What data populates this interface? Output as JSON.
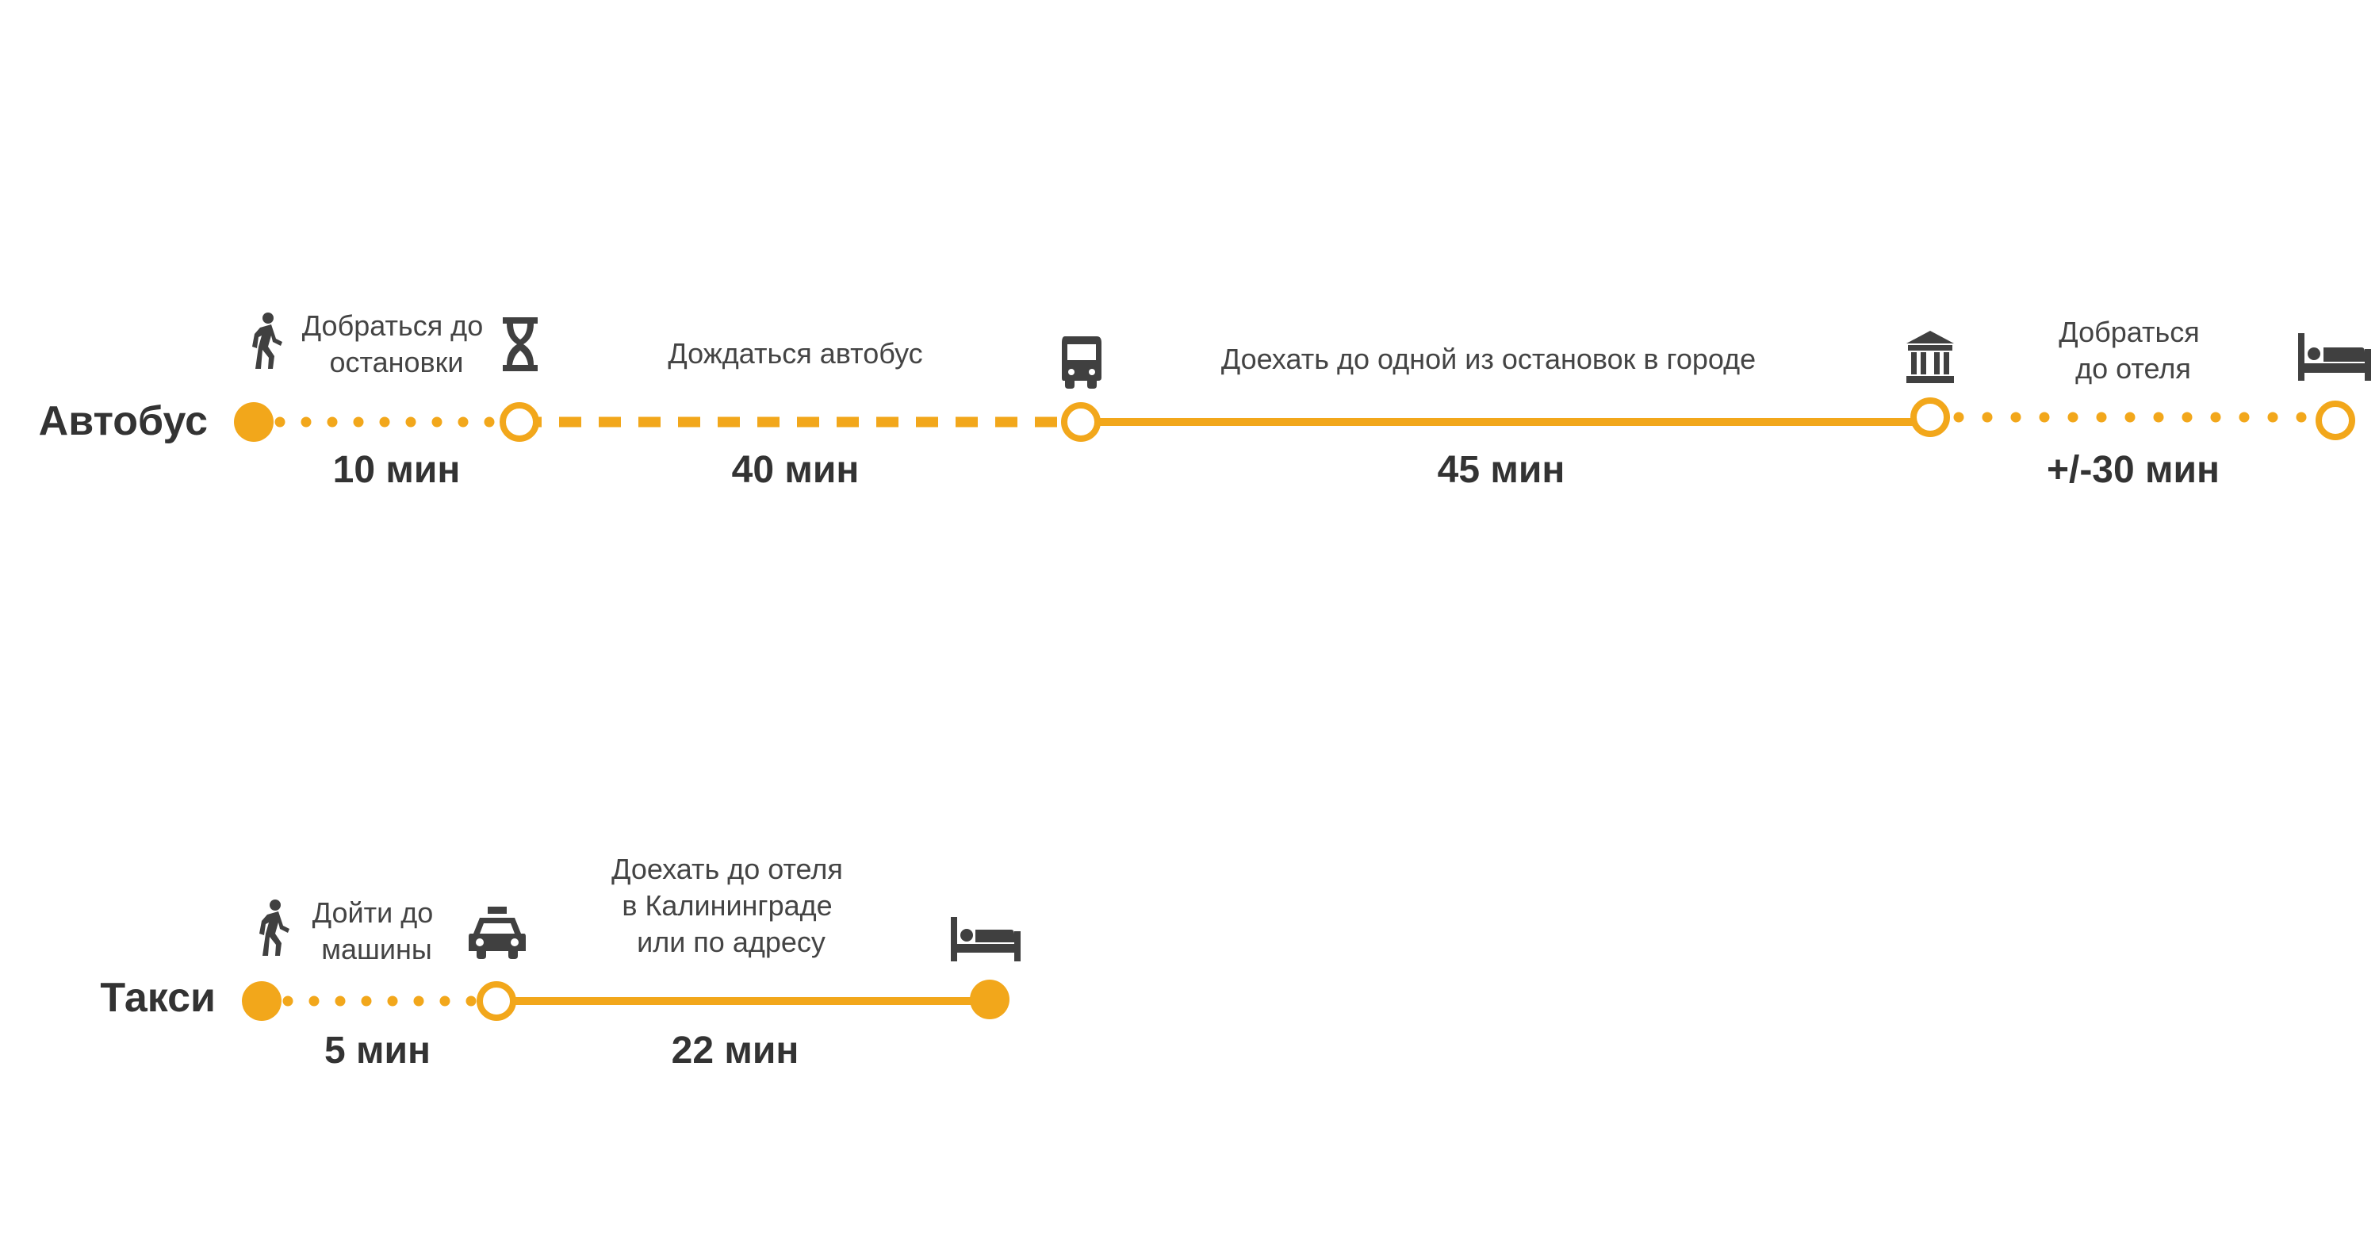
{
  "accent_color": "#F2A71B",
  "text_color": "#333333",
  "icon_color": "#404040",
  "routes": [
    {
      "title": "Автобус",
      "steps": [
        {
          "label": [
            "Добраться до",
            "остановки"
          ],
          "duration": "10 мин",
          "line_style": "dotted",
          "icon": "walking-person-icon"
        },
        {
          "label": [
            "Дождаться автобус"
          ],
          "duration": "40 мин",
          "line_style": "dashed",
          "icon": "hourglass-icon"
        },
        {
          "label": [
            "Доехать до одной из остановок в городе"
          ],
          "duration": "45 мин",
          "line_style": "solid",
          "icon": "bus-icon"
        },
        {
          "label": [
            "Добраться",
            "до отеля"
          ],
          "duration": "+/-30 мин",
          "line_style": "dotted",
          "icon": "government-building-icon"
        }
      ],
      "end_icon": "hotel-bed-icon"
    },
    {
      "title": "Такси",
      "steps": [
        {
          "label": [
            "Дойти до",
            "машины"
          ],
          "duration": "5 мин",
          "line_style": "dotted",
          "icon": "walking-person-icon"
        },
        {
          "label": [
            "Доехать до отеля",
            "в Калининграде",
            "или по адресу"
          ],
          "duration": "22 мин",
          "line_style": "solid",
          "icon": "taxi-icon"
        }
      ],
      "end_icon": "hotel-bed-icon"
    }
  ]
}
